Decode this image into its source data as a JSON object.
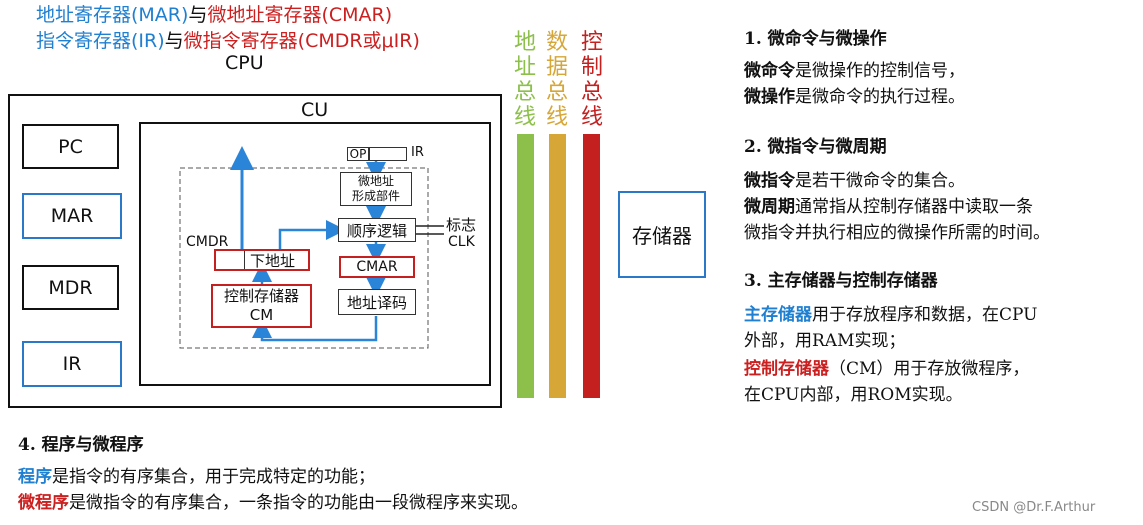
{
  "colors": {
    "blue": "#1f7fd0",
    "red": "#cc1f1f",
    "addr_bus": "#8cc04a",
    "data_bus": "#d6a637",
    "ctrl_bus": "#c42020"
  },
  "header": {
    "line1": {
      "p1": "地址寄存器(MAR)",
      "p2": "与",
      "p3": "微地址寄存器(CMAR)"
    },
    "line2": {
      "p1": "指令寄存器(IR)",
      "p2": "与",
      "p3": "微指令寄存器(CMDR或μIR)"
    }
  },
  "diagram": {
    "cpu_label": "CPU",
    "cu_label": "CU",
    "registers": {
      "pc": "PC",
      "mar": "MAR",
      "mdr": "MDR",
      "ir": "IR"
    },
    "ir_op": "OP",
    "ir_label": "IR",
    "micro_addr_gen": "微地址\n形成部件",
    "seq_logic": "顺序逻辑",
    "flag_label": "标志",
    "clk_label": "CLK",
    "cmdr_label": "CMDR",
    "next_addr": "下地址",
    "cmar": "CMAR",
    "control_store_l1": "控制存储器",
    "control_store_l2": "CM",
    "addr_decode": "地址译码",
    "memory": "存储器",
    "buses": {
      "addr": "地址总线",
      "data": "数据总线",
      "ctrl": "控制总线"
    }
  },
  "sections": {
    "s1": {
      "title": "1. 微命令与微操作",
      "l1b": "微命令",
      "l1": "是微操作的控制信号，",
      "l2b": "微操作",
      "l2": "是微命令的执行过程。"
    },
    "s2": {
      "title": "2. 微指令与微周期",
      "l1b": "微指令",
      "l1": "是若干微命令的集合。",
      "l2b": "微周期",
      "l2": "通常指从控制存储器中读取一条",
      "l3": "微指令并执行相应的微操作所需的时间。"
    },
    "s3": {
      "title": "3. 主存储器与控制存储器",
      "l1b": "主存储器",
      "l1": "用于存放程序和数据，在CPU",
      "l2": "外部，用RAM实现；",
      "l3b": "控制存储器",
      "l3": "（CM）用于存放微程序，",
      "l4": "在CPU内部，用ROM实现。"
    },
    "s4": {
      "title": "4. 程序与微程序",
      "l1b": "程序",
      "l1": "是指令的有序集合，用于完成特定的功能；",
      "l2b": "微程序",
      "l2": "是微指令的有序集合，一条指令的功能由一段微程序来实现。"
    }
  },
  "watermark": "CSDN @Dr.F.Arthur"
}
